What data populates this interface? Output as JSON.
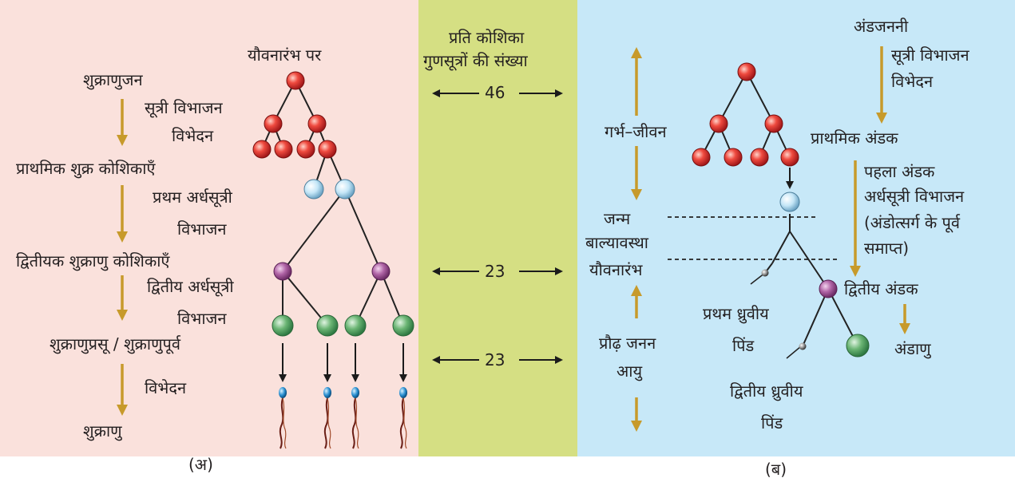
{
  "panel_a": {
    "caption": "(अ)",
    "puberty_label": "यौवनारंभ पर",
    "steps": [
      "शुक्राणुजन",
      "सूत्री विभाजन",
      "विभेदन",
      "प्राथमिक शुक्र कोशिकाएँ",
      "प्रथम अर्धसूत्री",
      "विभाजन",
      "द्वितीयक शुक्राणु कोशिकाएँ",
      "द्वितीय अर्धसूत्री",
      "विभाजन",
      "शुक्राणुप्रसू / शुक्राणुपूर्व",
      "विभेदन",
      "शुक्राणु"
    ]
  },
  "middle": {
    "header_line1": "प्रति कोशिका",
    "header_line2": "गुणसूत्रों की संख्या",
    "counts": [
      "46",
      "23",
      "23"
    ]
  },
  "panel_b": {
    "caption": "(ब)",
    "oogonia": "अंडजननी",
    "mitosis": "सूत्री विभाजन",
    "differentiation": "विभेदन",
    "fetal_life": "गर्भ–जीवन",
    "primary_oocyte": "प्राथमिक अंडक",
    "first_oocyte_line1": "पहला अंडक",
    "first_oocyte_line2": "अर्धसूत्री विभाजन",
    "first_oocyte_line3": "(अंडोत्सर्ग के पूर्व",
    "first_oocyte_line4": "समाप्त)",
    "birth": "जन्म",
    "childhood": "बाल्यावस्था",
    "puberty": "यौवनारंभ",
    "secondary_oocyte": "द्वितीय अंडक",
    "first_polar_body_line1": "प्रथम ध्रुवीय",
    "first_polar_body_line2": "पिंड",
    "reproductive_age_line1": "प्रौढ़ जनन",
    "reproductive_age_line2": "आयु",
    "ovum": "अंडाणु",
    "second_polar_body_line1": "द्वितीय ध्रुवीय",
    "second_polar_body_line2": "पिंड"
  },
  "colors": {
    "panel_a_bg": "#fae1dc",
    "middle_bg": "#d5df83",
    "panel_b_bg": "#c7e8f8",
    "arrow_gold": "#c79a2b",
    "cell_red": "#e23b35",
    "cell_lightblue": "#bfe3f5",
    "cell_purple": "#a85a9e",
    "cell_green": "#5aa668"
  }
}
